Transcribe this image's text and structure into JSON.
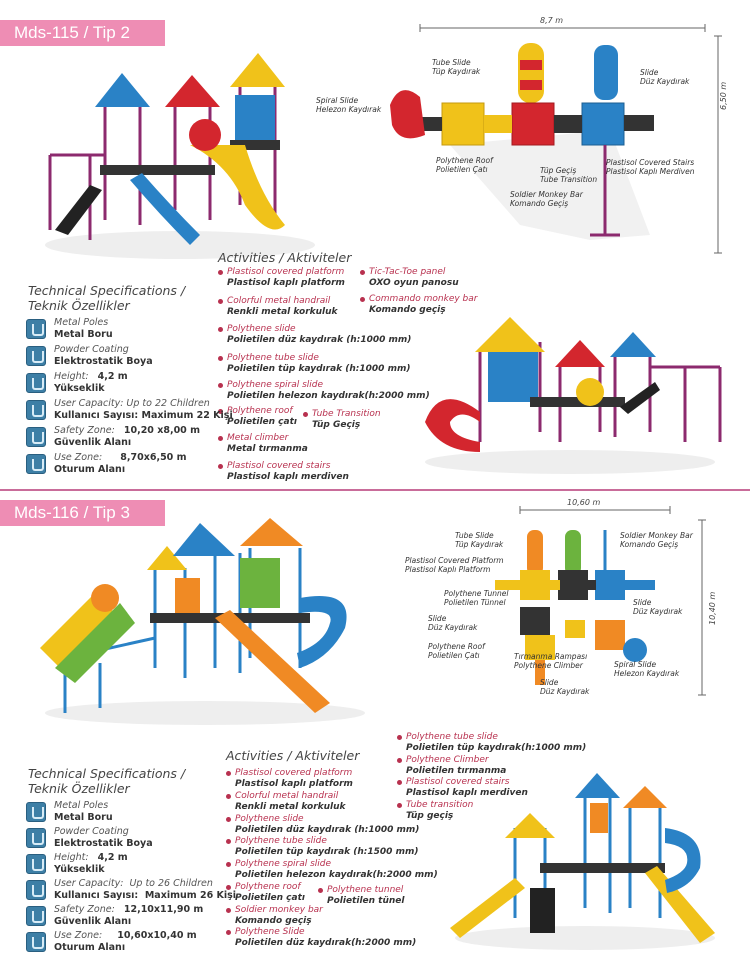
{
  "sections": [
    {
      "model": "Mds-115 / Tip 2",
      "spec_title_en": "Technical Specifications /",
      "spec_title_tr": "Teknik Özellikler",
      "specs": [
        {
          "en": "Metal Poles",
          "tr": "Metal Boru",
          "value": ""
        },
        {
          "en": "Powder Coating",
          "tr": "Elektrostatik Boya",
          "value": ""
        },
        {
          "en": "Height:",
          "tr": "Yükseklik",
          "value": "4,2 m"
        },
        {
          "en": "User Capacity:",
          "tr": "Kullanıcı Sayısı:",
          "value": "Up to 22 Children",
          "value_tr": "Maximum 22 Kişi"
        },
        {
          "en": "Safety Zone:",
          "tr": "Güvenlik Alanı",
          "value": "10,20 x8,00 m"
        },
        {
          "en": "Use Zone:",
          "tr": "Oturum Alanı",
          "value": "8,70x6,50 m"
        }
      ],
      "activities_title_en": "Activities /",
      "activities_title_tr": "Aktiviteler",
      "activities": [
        {
          "en": "Plastisol covered platform",
          "tr": "Plastisol kaplı platform"
        },
        {
          "en": "Colorful metal handrail",
          "tr": "Renkli metal korkuluk"
        },
        {
          "en": "Polythene slide",
          "tr": "Polietilen düz kaydırak (h:1000 mm)"
        },
        {
          "en": "Polythene tube slide",
          "tr": "Polietilen tüp kaydırak (h:1000 mm)"
        },
        {
          "en": "Polythene spiral slide",
          "tr": "Polietilen helezon kaydırak(h:2000 mm)"
        },
        {
          "en": "Polythene roof",
          "tr": "Polietilen çatı"
        },
        {
          "en": "Tube Transition",
          "tr": "Tüp Geçiş"
        },
        {
          "en": "Metal climber",
          "tr": "Metal tırmanma"
        },
        {
          "en": "Plastisol covered stairs",
          "tr": "Plastisol kaplı merdiven"
        },
        {
          "en": "Tic-Tac-Toe panel",
          "tr": "OXO oyun panosu"
        },
        {
          "en": "Commando monkey bar",
          "tr": "Komando geçiş"
        }
      ],
      "diagram": {
        "width": "8,7 m",
        "height": "6,50 m",
        "labels": [
          {
            "en": "Tube Slide",
            "tr": "Tüp Kaydırak"
          },
          {
            "en": "Slide",
            "tr": "Düz Kaydırak"
          },
          {
            "en": "Spiral Slide",
            "tr": "Helezon Kaydırak"
          },
          {
            "en": "Polythene Roof",
            "tr": "Polietilen Çatı"
          },
          {
            "en": "Tüp Geçiş",
            "tr": "Tube Transition"
          },
          {
            "en": "Plastisol Covered Stairs",
            "tr": "Plastisol Kaplı Merdiven"
          },
          {
            "en": "Soldier Monkey Bar",
            "tr": "Komando Geçiş"
          }
        ]
      }
    },
    {
      "model": "Mds-116 / Tip 3",
      "spec_title_en": "Technical Specifications /",
      "spec_title_tr": "Teknik Özellikler",
      "specs": [
        {
          "en": "Metal Poles",
          "tr": "Metal Boru",
          "value": ""
        },
        {
          "en": "Powder Coating",
          "tr": "Elektrostatik Boya",
          "value": ""
        },
        {
          "en": "Height:",
          "tr": "Yükseklik",
          "value": "4,2 m"
        },
        {
          "en": "User Capacity:",
          "tr": "Kullanıcı Sayısı:",
          "value": "Up to 26 Children",
          "value_tr": "Maximum 26 Kişi"
        },
        {
          "en": "Safety Zone:",
          "tr": "Güvenlik Alanı",
          "value": "12,10x11,90 m"
        },
        {
          "en": "Use Zone:",
          "tr": "Oturum Alanı",
          "value": "10,60x10,40 m"
        }
      ],
      "activities_title_en": "Activities /",
      "activities_title_tr": "Aktiviteler",
      "activities": [
        {
          "en": "Plastisol covered platform",
          "tr": "Plastisol kaplı platform"
        },
        {
          "en": "Colorful metal handrail",
          "tr": "Renkli metal korkuluk"
        },
        {
          "en": "Polythene slide",
          "tr": "Polietilen düz kaydırak (h:1000 mm)"
        },
        {
          "en": "Polythene tube slide",
          "tr": "Polietilen tüp kaydırak (h:1500 mm)"
        },
        {
          "en": "Polythene spiral slide",
          "tr": "Polietilen helezon kaydırak(h:2000 mm)"
        },
        {
          "en": "Polythene roof",
          "tr": "Polietilen çatı"
        },
        {
          "en": "Polythene tunnel",
          "tr": "Polietilen tünel"
        },
        {
          "en": "Soldier monkey bar",
          "tr": "Komando geçiş"
        },
        {
          "en": "Polythene Slide",
          "tr": "Polietilen düz kaydırak(h:2000 mm)"
        },
        {
          "en": "Polythene tube slide",
          "tr": "Polietilen tüp kaydırak(h:1000 mm)"
        },
        {
          "en": "Polythene Climber",
          "tr": "Polietilen tırmanma"
        },
        {
          "en": "Plastisol covered stairs",
          "tr": "Plastisol kaplı merdiven"
        },
        {
          "en": "Tube transition",
          "tr": "Tüp geçiş"
        }
      ],
      "diagram": {
        "width": "10,60 m",
        "height": "10,40 m",
        "labels": [
          {
            "en": "Tube Slide",
            "tr": "Tüp Kaydırak"
          },
          {
            "en": "Soldier Monkey Bar",
            "tr": "Komando Geçiş"
          },
          {
            "en": "Plastisol Covered Platform",
            "tr": "Plastisol Kaplı Platform"
          },
          {
            "en": "Polythene Tunnel",
            "tr": "Polietilen Tünnel"
          },
          {
            "en": "Slide",
            "tr": "Düz Kaydırak"
          },
          {
            "en": "Slide",
            "tr": "Düz Kaydırak"
          },
          {
            "en": "Polythene Roof",
            "tr": "Polietilen Çatı"
          },
          {
            "en": "Tırmanma Rampası",
            "tr": "Polythene Climber"
          },
          {
            "en": "Spiral Slide",
            "tr": "Helezon Kaydırak"
          },
          {
            "en": "Slide",
            "tr": "Düz Kaydırak"
          }
        ]
      }
    }
  ]
}
